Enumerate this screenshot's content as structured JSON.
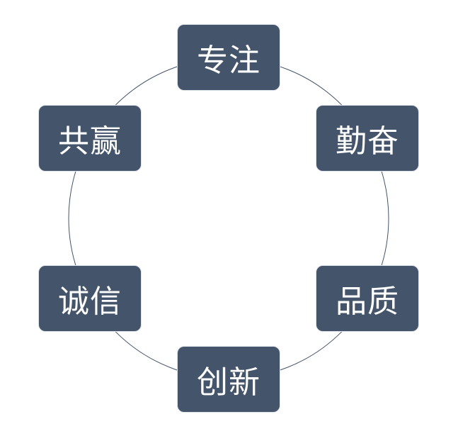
{
  "diagram": {
    "type": "cycle",
    "colors": {
      "node_fill": "#44546a",
      "node_text": "#ffffff",
      "ring": "#44546a"
    },
    "nodes": [
      {
        "label": "专注"
      },
      {
        "label": "勤奋"
      },
      {
        "label": "品质"
      },
      {
        "label": "创新"
      },
      {
        "label": "诚信"
      },
      {
        "label": "共赢"
      }
    ]
  }
}
